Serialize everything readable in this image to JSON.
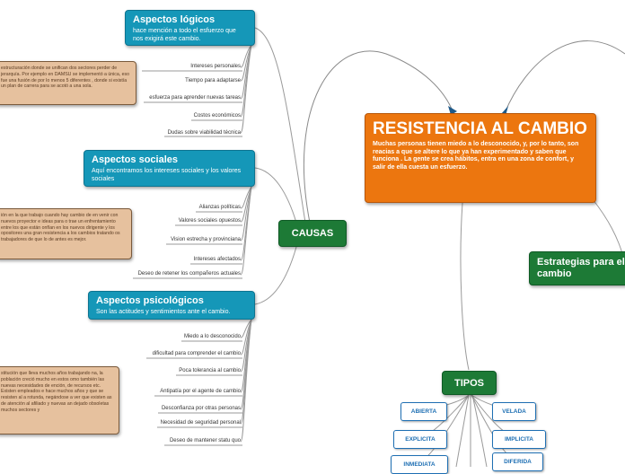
{
  "central": {
    "title": "RESISTENCIA AL CAMBIO",
    "description": "Muchas personas tienen miedo a lo desconocido, y, por lo tanto, son reacias a que se altere lo que ya han experimentado y saben que funciona . La gente se crea hábitos, entra en una zona de confort, y salir de ella cuesta un esfuerzo."
  },
  "causas": {
    "label": "CAUSAS"
  },
  "estrategias": {
    "label": "Estrategias para el cambio"
  },
  "tipos": {
    "label": "TIPOS",
    "items": [
      "ABIERTA",
      "VELADA",
      "EXPLICITA",
      "IMPLICITA",
      "INMEDIATA",
      "DIFERIDA"
    ]
  },
  "logicos": {
    "title": "Aspectos lógicos",
    "description": "hace mención a todo el esfuerzo que nos exigirá este cambio.",
    "example": "estructuración donde se unifican dos sectores perder de jerarquía. Por ejemplo en DAMSU se implementó a única, eso fue una fusión de por lo menos 5 diferentes , donde si existía un plan de carrera para se acotó a una sola.",
    "items": [
      "Intereses personales",
      "Tiempo para adaptarse",
      "esfuerza para aprender nuevas tareas",
      "Costos económicos",
      "Dudas sobre viabilidad técnica"
    ]
  },
  "sociales": {
    "title": "Aspectos sociales",
    "description": "Aquí encontramos los intereses sociales y los valores sociales",
    "example": "ión en la que trabajo cuando hay cambio de en venir con nuevos proyector e ideas para o trae un enfrentamiento entre los que están onfían en los nuevos dirigente y los opositores una gran resistencia a los cambios tratando os trabajadores de que lo de antes es mejor.",
    "items": [
      "Alianzas políticas",
      "Valores sociales opuestos",
      "Vision estrecha y provinciana",
      "Intereses afectados",
      "Deseo de retener los compañeros actuales"
    ]
  },
  "psicologicos": {
    "title": "Aspectos psicológicos",
    "description": "Son las actitudes y sentimientos ante el cambio.",
    "example": "stitución que lleva muchos años trabajando na, la población creció mucho en estos omo también las nuevas necesidades de ención, de recursos etc. Existen empleados e hace muchos años y que se resisten al a rotunda, negándose a ver que existen as de atención al afiliado y nuevas an dejado obsoletas muchos sectores y",
    "items": [
      "Miedo a lo desconocido",
      "dificultad para comprender el cambio",
      "Poca tolerancia al cambio",
      "Antipatía por el agente de cambio",
      "Desconfianza por otras personas",
      "Necesidad de seguridad personal",
      "Deseo de mantener statu quo"
    ]
  }
}
